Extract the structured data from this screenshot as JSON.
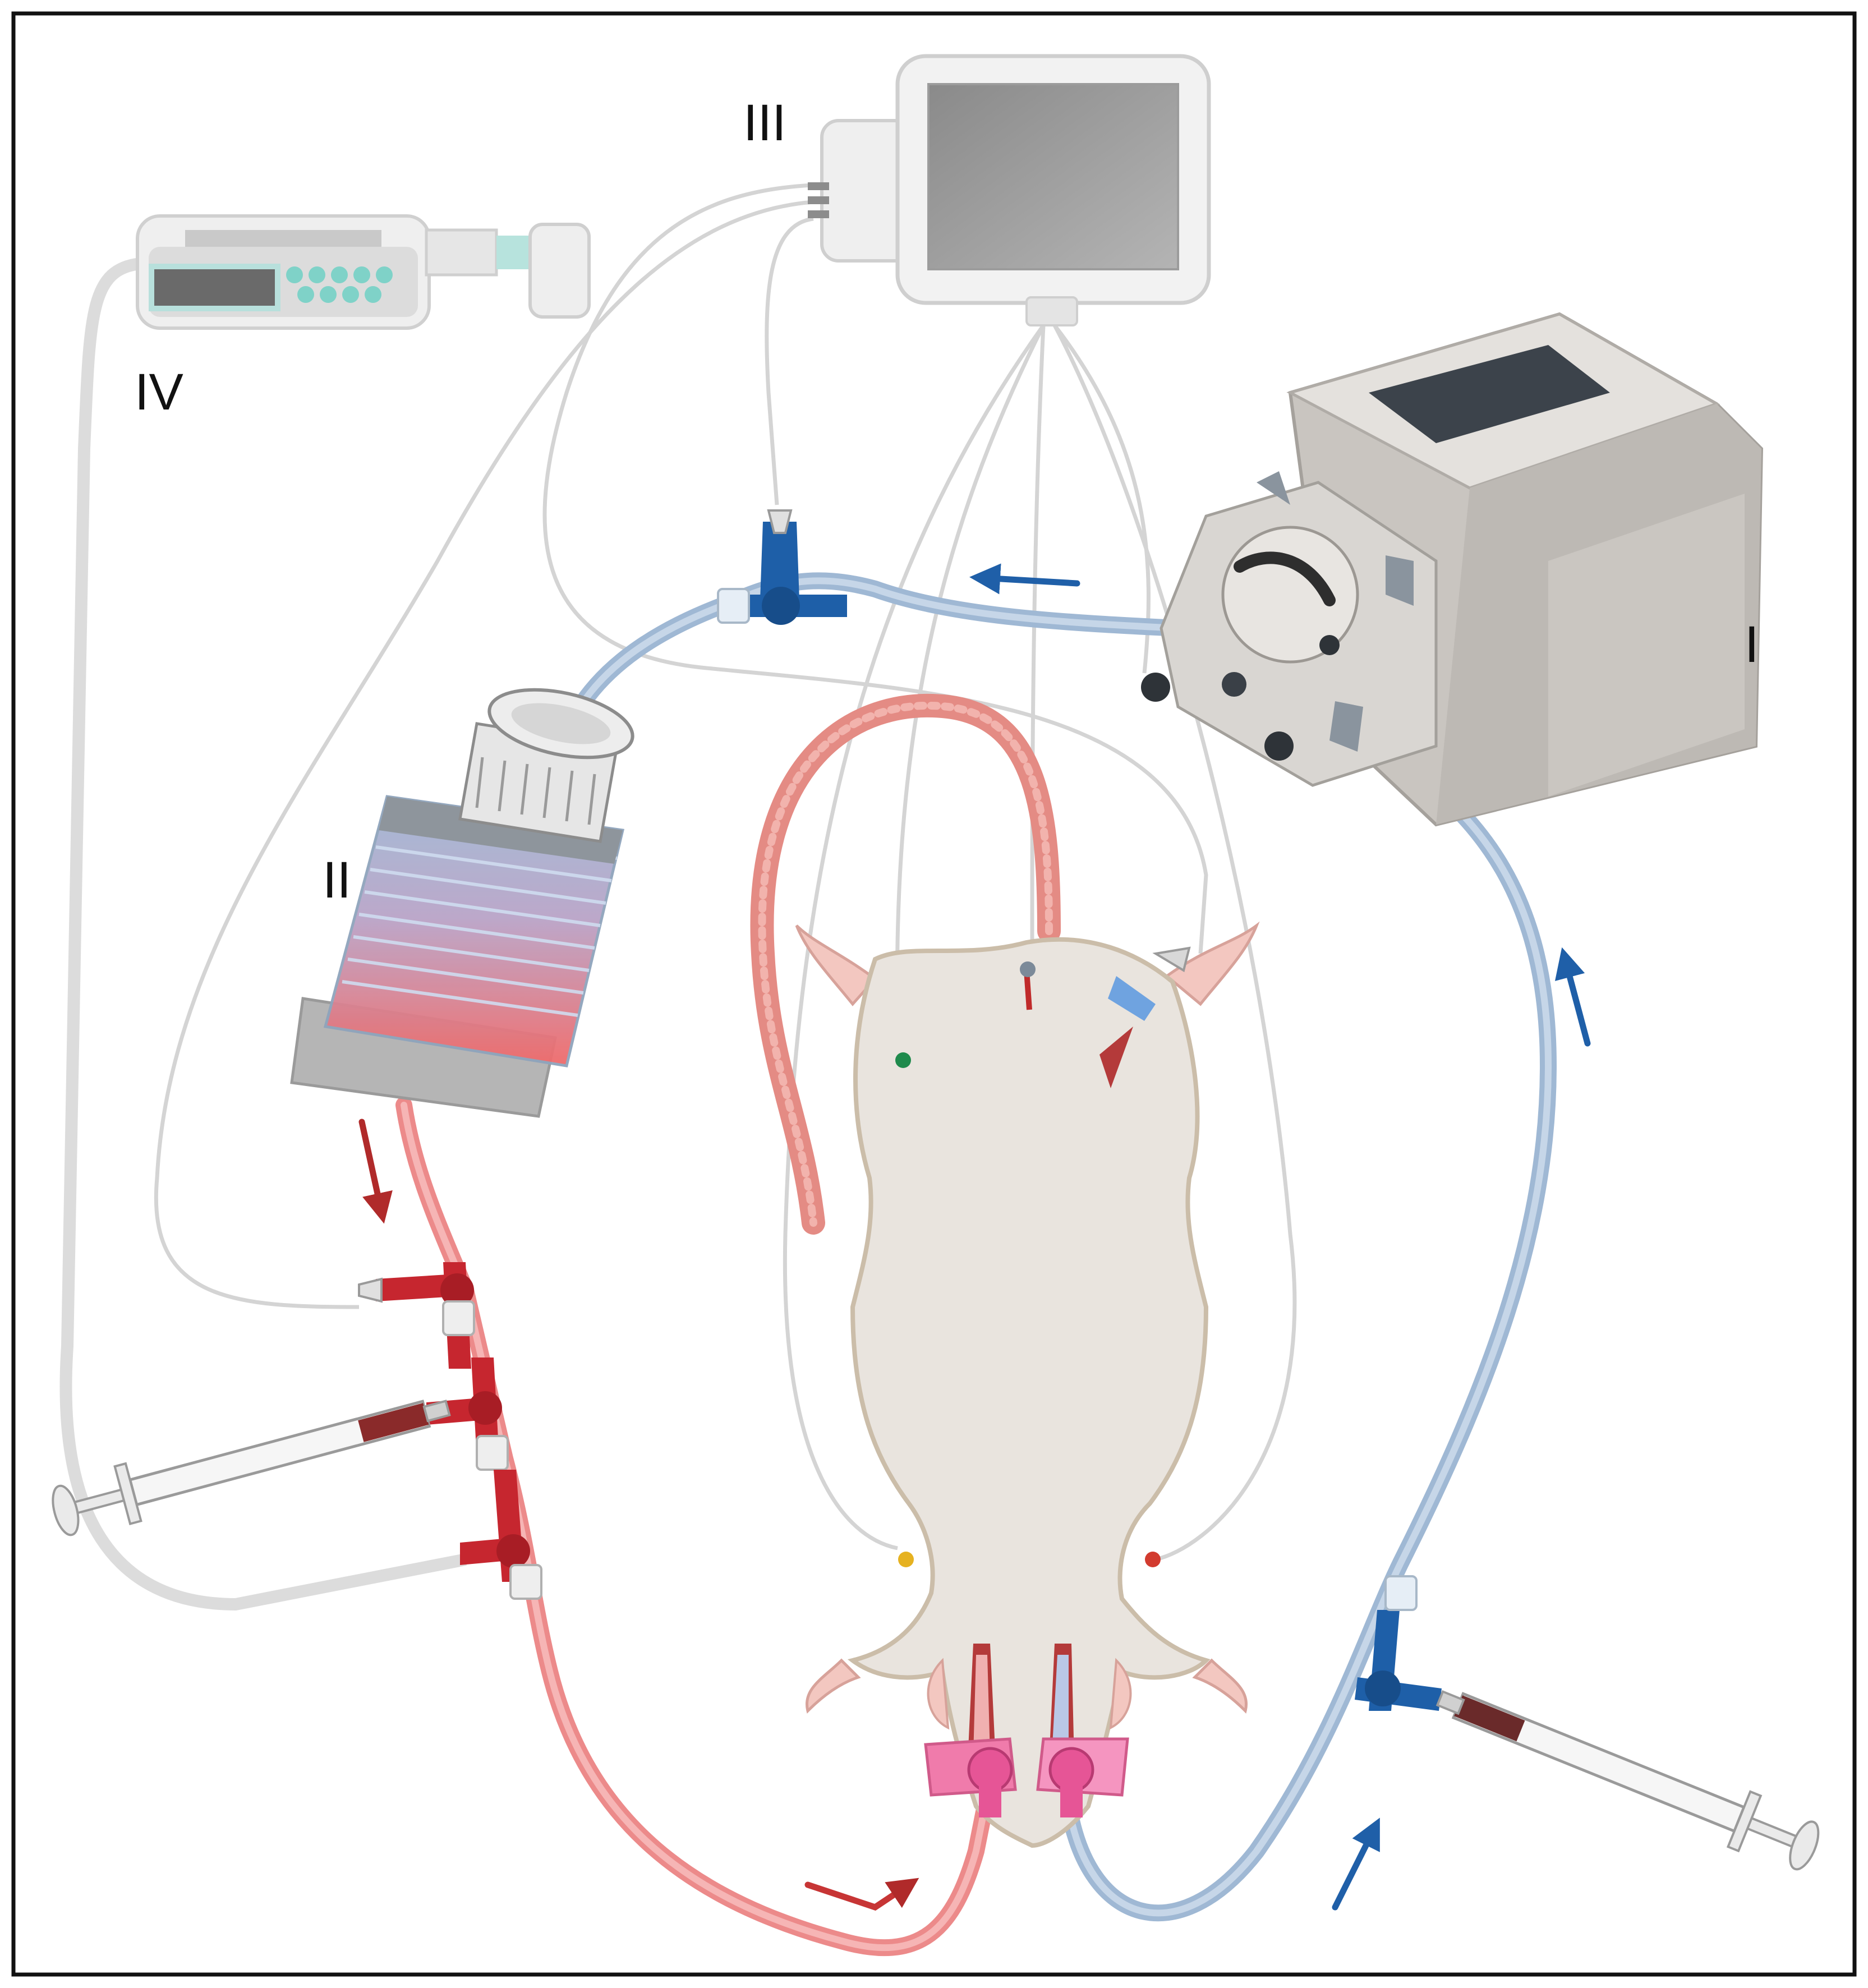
{
  "labels": {
    "pump": "I",
    "oxygenator": "II",
    "monitor": "III",
    "syringe_pump": "IV"
  },
  "colors": {
    "arterial_tube": "#ec8a8a",
    "venous_tube": "#9fb8d4",
    "sensor_line": "#d2d2d2",
    "blood_arrow": "#b02a2a",
    "flow_arrow": "#1f5fa8",
    "animal_body": "#e9e4de",
    "stopcock_red": "#c6262f",
    "stopcock_blue": "#1e5fa8",
    "cannula_pink": "#f06ea0",
    "pump_body": "#cfcbc6",
    "frame": "#111111"
  },
  "icons": [
    "peristaltic-pump-icon",
    "oxygenator-reservoir-icon",
    "patient-monitor-icon",
    "syringe-pump-icon",
    "rat-icon",
    "syringe-icon",
    "three-way-stopcock-icon",
    "cannula-icon",
    "ecg-electrode-icon",
    "flow-arrow-icon"
  ]
}
